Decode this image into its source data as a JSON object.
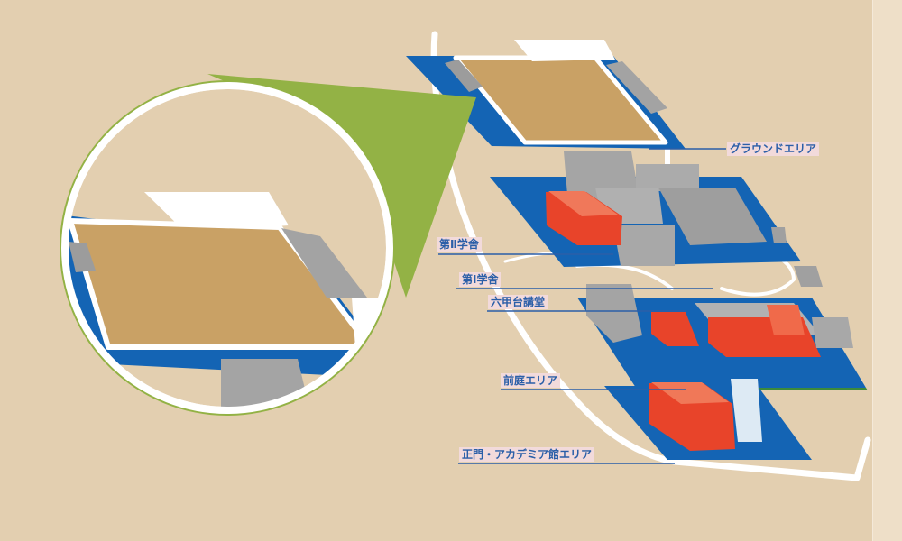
{
  "labels": {
    "ground": "グラウンドエリア",
    "gakusha2": "第Ⅱ学舎",
    "gakusha1": "第Ⅰ学舎",
    "kodo": "六甲台講堂",
    "maeniwa": "前庭エリア",
    "seimon": "正門・アカデミア館エリア"
  },
  "colors": {
    "background": "#E3CFB0",
    "terrace_blue": "#1464B4",
    "ground_field": "#C9A165",
    "building_gray": "#AAAAAA",
    "highlight_red": "#E8442A",
    "callout_green": "#93B245",
    "label_text": "#2B5FA8",
    "label_background": "#F2DADB"
  }
}
